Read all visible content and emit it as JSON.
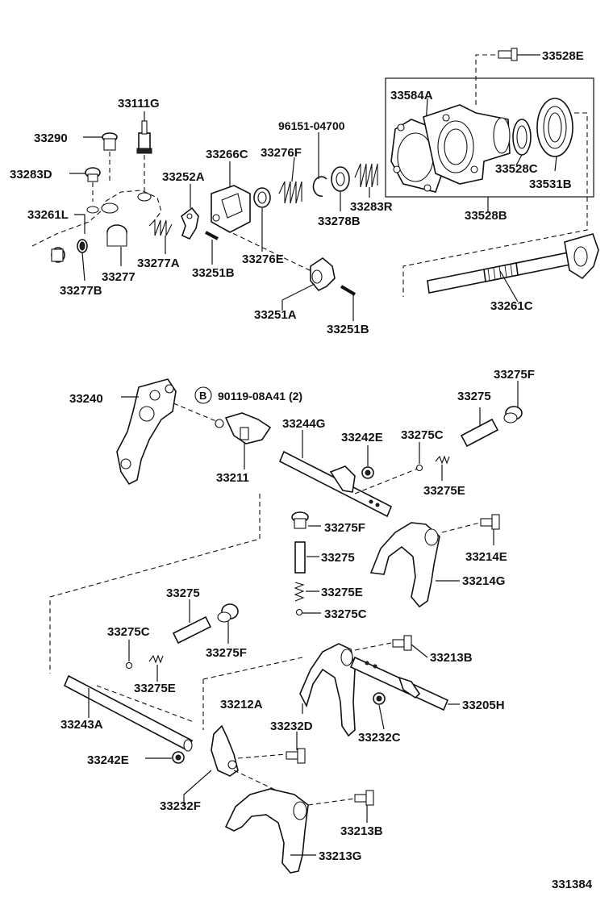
{
  "diagram": {
    "figure_number": "331384",
    "callout_letter": "B",
    "callout_text": "90119-08A41 (2)",
    "labels": {
      "p33528E": "33528E",
      "p33584A": "33584A",
      "p33111G": "33111G",
      "p96151": "96151-04700",
      "p33290": "33290",
      "p33266C": "33266C",
      "p33276F": "33276F",
      "p33283D": "33283D",
      "p33252A": "33252A",
      "p33528C": "33528C",
      "p33531B": "33531B",
      "p33261L": "33261L",
      "p33283R": "33283R",
      "p33278B": "33278B",
      "p33528B": "33528B",
      "p33277A": "33277A",
      "p33276E": "33276E",
      "p33277": "33277",
      "p33251B_top": "33251B",
      "p33277B": "33277B",
      "p33261C": "33261C",
      "p33251A": "33251A",
      "p33251B_bot": "33251B",
      "p33275F_top": "33275F",
      "p33240": "33240",
      "p33275_top": "33275",
      "p33244G": "33244G",
      "p33242E_top": "33242E",
      "p33275C_top": "33275C",
      "p33211": "33211",
      "p33275E_top": "33275E",
      "p33275F_mid": "33275F",
      "p33214E": "33214E",
      "p33275_mid": "33275",
      "p33214G": "33214G",
      "p33275E_mid": "33275E",
      "p33275_left": "33275",
      "p33275C_mid": "33275C",
      "p33275C_left": "33275C",
      "p33213B_top": "33213B",
      "p33275F_left": "33275F",
      "p33275E_left": "33275E",
      "p33212A": "33212A",
      "p33205H": "33205H",
      "p33243A": "33243A",
      "p33232D": "33232D",
      "p33232C": "33232C",
      "p33242E_bot": "33242E",
      "p33232F": "33232F",
      "p33213B_bot": "33213B",
      "p33213G": "33213G"
    }
  }
}
